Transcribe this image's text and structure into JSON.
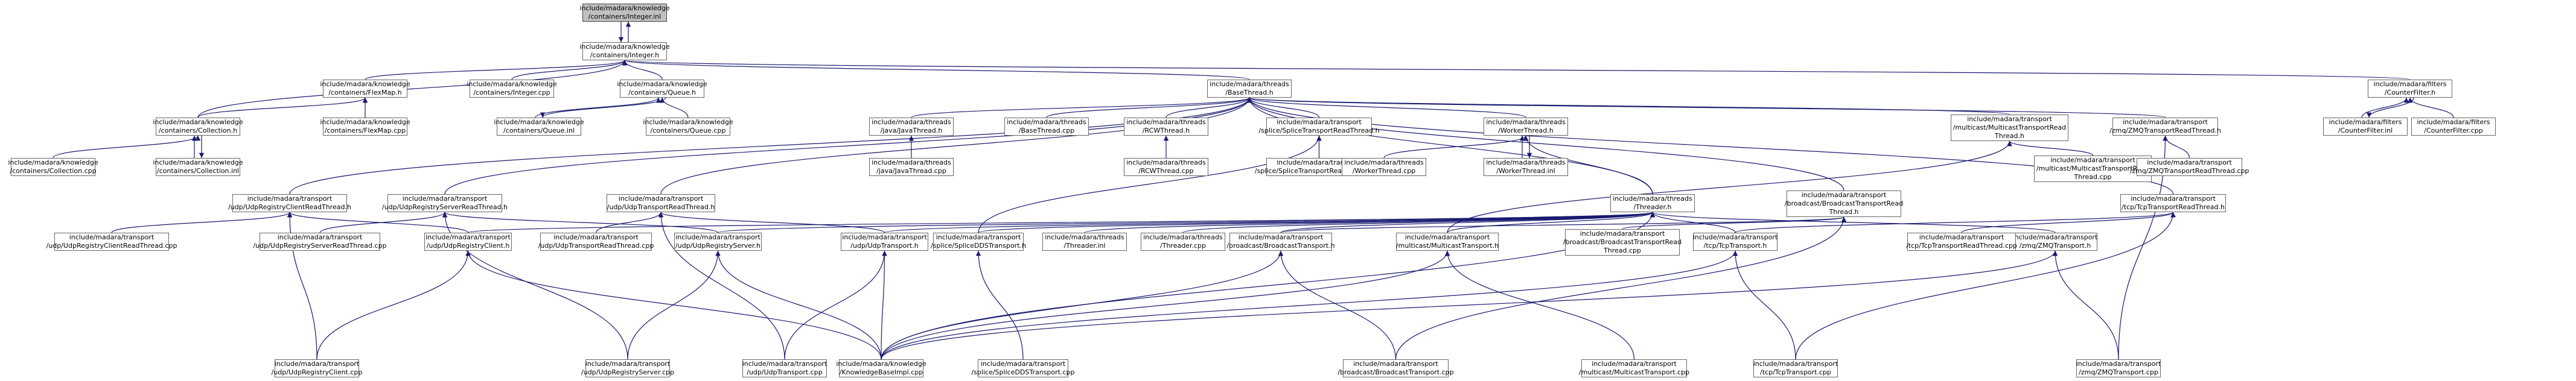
{
  "graph": {
    "root": "include/madara/knowledge/containers/Integer.inl",
    "nodes": [
      {
        "id": "n_integer_inl",
        "label": "include/madara/knowledge\n/containers/Integer.inl"
      },
      {
        "id": "n_integer_h",
        "label": "include/madara/knowledge\n/containers/Integer.h"
      },
      {
        "id": "n_flexmap_h",
        "label": "include/madara/knowledge\n/containers/FlexMap.h"
      },
      {
        "id": "n_integer_cpp",
        "label": "include/madara/knowledge\n/containers/Integer.cpp"
      },
      {
        "id": "n_queue_h",
        "label": "include/madara/knowledge\n/containers/Queue.h"
      },
      {
        "id": "n_basethread_h",
        "label": "include/madara/threads\n/BaseThread.h"
      },
      {
        "id": "n_counterfilter_h",
        "label": "include/madara/filters\n/CounterFilter.h"
      },
      {
        "id": "n_collection_h",
        "label": "include/madara/knowledge\n/containers/Collection.h"
      },
      {
        "id": "n_flexmap_cpp",
        "label": "include/madara/knowledge\n/containers/FlexMap.cpp"
      },
      {
        "id": "n_queue_inl",
        "label": "include/madara/knowledge\n/containers/Queue.inl"
      },
      {
        "id": "n_queue_cpp",
        "label": "include/madara/knowledge\n/containers/Queue.cpp"
      },
      {
        "id": "n_javathread_h",
        "label": "include/madara/threads\n/java/JavaThread.h"
      },
      {
        "id": "n_basethread_cpp",
        "label": "include/madara/threads\n/BaseThread.cpp"
      },
      {
        "id": "n_rcwthread_h",
        "label": "include/madara/threads\n/RCWThread.h"
      },
      {
        "id": "n_splicetrt_h",
        "label": "include/madara/transport\n/splice/SpliceTransportReadThread.h"
      },
      {
        "id": "n_workerthread_h",
        "label": "include/madara/threads\n/WorkerThread.h"
      },
      {
        "id": "n_mcastrt_h",
        "label": "include/madara/transport\n/multicast/MulticastTransportRead\nThread.h"
      },
      {
        "id": "n_zmqrt_h",
        "label": "include/madara/transport\n/zmq/ZMQTransportReadThread.h"
      },
      {
        "id": "n_counterfilter_inl",
        "label": "include/madara/filters\n/CounterFilter.inl"
      },
      {
        "id": "n_counterfilter_cpp",
        "label": "include/madara/filters\n/CounterFilter.cpp"
      },
      {
        "id": "n_collection_cpp",
        "label": "include/madara/knowledge\n/containers/Collection.cpp"
      },
      {
        "id": "n_collection_inl",
        "label": "include/madara/knowledge\n/containers/Collection.inl"
      },
      {
        "id": "n_javathread_cpp",
        "label": "include/madara/threads\n/java/JavaThread.cpp"
      },
      {
        "id": "n_rcwthread_cpp",
        "label": "include/madara/threads\n/RCWThread.cpp"
      },
      {
        "id": "n_splicetrt_cpp",
        "label": "include/madara/transport\n/splice/SpliceTransportReadThread.cpp"
      },
      {
        "id": "n_workerthread_cpp",
        "label": "include/madara/threads\n/WorkerThread.cpp"
      },
      {
        "id": "n_workerthread_inl",
        "label": "include/madara/threads\n/WorkerThread.inl"
      },
      {
        "id": "n_threader_h",
        "label": "include/madara/threads\n/Threader.h"
      },
      {
        "id": "n_bcastrt_h",
        "label": "include/madara/transport\n/broadcast/BroadcastTransportRead\nThread.h"
      },
      {
        "id": "n_tcprt_h",
        "label": "include/madara/transport\n/tcp/TcpTransportReadThread.h"
      },
      {
        "id": "n_mcastrt_cpp",
        "label": "include/madara/transport\n/multicast/MulticastTransportRead\nThread.cpp"
      },
      {
        "id": "n_zmqrt_cpp",
        "label": "include/madara/transport\n/zmq/ZMQTransportReadThread.cpp"
      },
      {
        "id": "n_udpregclientrt_h",
        "label": "include/madara/transport\n/udp/UdpRegistryClientReadThread.h"
      },
      {
        "id": "n_udpregserverrt_h",
        "label": "include/madara/transport\n/udp/UdpRegistryServerReadThread.h"
      },
      {
        "id": "n_udprt_h",
        "label": "include/madara/transport\n/udp/UdpTransportReadThread.h"
      },
      {
        "id": "n_udpregclientrt_cpp",
        "label": "include/madara/transport\n/udp/UdpRegistryClientReadThread.cpp"
      },
      {
        "id": "n_udpregserverrt_cpp",
        "label": "include/madara/transport\n/udp/UdpRegistryServerReadThread.cpp"
      },
      {
        "id": "n_udpregclient_h",
        "label": "include/madara/transport\n/udp/UdpRegistryClient.h"
      },
      {
        "id": "n_udprt_cpp",
        "label": "include/madara/transport\n/udp/UdpTransportReadThread.cpp"
      },
      {
        "id": "n_udpregserver_h",
        "label": "include/madara/transport\n/udp/UdpRegistryServer.h"
      },
      {
        "id": "n_udptransport_h",
        "label": "include/madara/transport\n/udp/UdpTransport.h"
      },
      {
        "id": "n_splicedds_h",
        "label": "include/madara/transport\n/splice/SpliceDDSTransport.h"
      },
      {
        "id": "n_threader_inl",
        "label": "include/madara/threads\n/Threader.inl"
      },
      {
        "id": "n_threader_cpp",
        "label": "include/madara/threads\n/Threader.cpp"
      },
      {
        "id": "n_bcasttransport_h",
        "label": "include/madara/transport\n/broadcast/BroadcastTransport.h"
      },
      {
        "id": "n_mcasttransport_h",
        "label": "include/madara/transport\n/multicast/MulticastTransport.h"
      },
      {
        "id": "n_bcastrt_cpp",
        "label": "include/madara/transport\n/broadcast/BroadcastTransportRead\nThread.cpp"
      },
      {
        "id": "n_tcptransport_h",
        "label": "include/madara/transport\n/tcp/TcpTransport.h"
      },
      {
        "id": "n_zmqtransport_h",
        "label": "include/madara/transport\n/zmq/ZMQTransport.h"
      },
      {
        "id": "n_tcprt_cpp",
        "label": "include/madara/transport\n/tcp/TcpTransportReadThread.cpp"
      },
      {
        "id": "n_udpregclient_cpp",
        "label": "include/madara/transport\n/udp/UdpRegistryClient.cpp"
      },
      {
        "id": "n_udpregserver_cpp",
        "label": "include/madara/transport\n/udp/UdpRegistryServer.cpp"
      },
      {
        "id": "n_udptransport_cpp",
        "label": "include/madara/transport\n/udp/UdpTransport.cpp"
      },
      {
        "id": "n_kbimpl_cpp",
        "label": "include/madara/knowledge\n/KnowledgeBaseImpl.cpp"
      },
      {
        "id": "n_splicedds_cpp",
        "label": "include/madara/transport\n/splice/SpliceDDSTransport.cpp"
      },
      {
        "id": "n_bcasttransport_cpp",
        "label": "include/madara/transport\n/broadcast/BroadcastTransport.cpp"
      },
      {
        "id": "n_mcasttransport_cpp",
        "label": "include/madara/transport\n/multicast/MulticastTransport.cpp"
      },
      {
        "id": "n_tcptransport_cpp",
        "label": "include/madara/transport\n/tcp/TcpTransport.cpp"
      },
      {
        "id": "n_zmqtransport_cpp",
        "label": "include/madara/transport\n/zmq/ZMQTransport.cpp"
      }
    ],
    "edges": [
      [
        "n_integer_h",
        "n_integer_inl"
      ],
      [
        "n_integer_inl",
        "n_integer_h"
      ],
      [
        "n_integer_h",
        "n_flexmap_h"
      ],
      [
        "n_integer_h",
        "n_integer_cpp"
      ],
      [
        "n_integer_h",
        "n_queue_h"
      ],
      [
        "n_integer_h",
        "n_basethread_h"
      ],
      [
        "n_integer_h",
        "n_counterfilter_h"
      ],
      [
        "n_integer_h",
        "n_collection_h"
      ],
      [
        "n_flexmap_h",
        "n_collection_h"
      ],
      [
        "n_flexmap_h",
        "n_flexmap_cpp"
      ],
      [
        "n_queue_h",
        "n_queue_inl"
      ],
      [
        "n_queue_inl",
        "n_queue_h"
      ],
      [
        "n_queue_h",
        "n_queue_cpp"
      ],
      [
        "n_collection_h",
        "n_collection_cpp"
      ],
      [
        "n_collection_h",
        "n_collection_inl"
      ],
      [
        "n_collection_inl",
        "n_collection_h"
      ],
      [
        "n_counterfilter_h",
        "n_counterfilter_inl"
      ],
      [
        "n_counterfilter_inl",
        "n_counterfilter_h"
      ],
      [
        "n_counterfilter_h",
        "n_counterfilter_cpp"
      ],
      [
        "n_basethread_h",
        "n_javathread_h"
      ],
      [
        "n_basethread_h",
        "n_basethread_cpp"
      ],
      [
        "n_basethread_h",
        "n_rcwthread_h"
      ],
      [
        "n_basethread_h",
        "n_splicetrt_h"
      ],
      [
        "n_basethread_h",
        "n_workerthread_h"
      ],
      [
        "n_basethread_h",
        "n_mcastrt_h"
      ],
      [
        "n_basethread_h",
        "n_zmqrt_h"
      ],
      [
        "n_basethread_h",
        "n_threader_h"
      ],
      [
        "n_basethread_h",
        "n_bcastrt_h"
      ],
      [
        "n_basethread_h",
        "n_tcprt_h"
      ],
      [
        "n_basethread_h",
        "n_udpregclientrt_h"
      ],
      [
        "n_basethread_h",
        "n_udpregserverrt_h"
      ],
      [
        "n_basethread_h",
        "n_udprt_h"
      ],
      [
        "n_javathread_h",
        "n_javathread_cpp"
      ],
      [
        "n_rcwthread_h",
        "n_rcwthread_cpp"
      ],
      [
        "n_splicetrt_h",
        "n_splicetrt_cpp"
      ],
      [
        "n_splicetrt_h",
        "n_splicedds_h"
      ],
      [
        "n_workerthread_h",
        "n_workerthread_cpp"
      ],
      [
        "n_workerthread_h",
        "n_workerthread_inl"
      ],
      [
        "n_workerthread_inl",
        "n_workerthread_h"
      ],
      [
        "n_workerthread_h",
        "n_threader_h"
      ],
      [
        "n_mcastrt_h",
        "n_mcastrt_cpp"
      ],
      [
        "n_mcastrt_h",
        "n_mcasttransport_h"
      ],
      [
        "n_zmqrt_h",
        "n_zmqrt_cpp"
      ],
      [
        "n_zmqrt_h",
        "n_zmqtransport_cpp"
      ],
      [
        "n_threader_h",
        "n_udpregclient_h"
      ],
      [
        "n_threader_h",
        "n_udpregserver_h"
      ],
      [
        "n_threader_h",
        "n_udptransport_h"
      ],
      [
        "n_threader_h",
        "n_splicedds_h"
      ],
      [
        "n_threader_h",
        "n_threader_inl"
      ],
      [
        "n_threader_h",
        "n_threader_cpp"
      ],
      [
        "n_threader_h",
        "n_bcasttransport_h"
      ],
      [
        "n_threader_h",
        "n_mcasttransport_h"
      ],
      [
        "n_threader_h",
        "n_tcptransport_h"
      ],
      [
        "n_threader_h",
        "n_zmqtransport_h"
      ],
      [
        "n_threader_h",
        "n_kbimpl_cpp"
      ],
      [
        "n_bcastrt_h",
        "n_bcastrt_cpp"
      ],
      [
        "n_bcastrt_h",
        "n_bcasttransport_h"
      ],
      [
        "n_bcastrt_h",
        "n_bcasttransport_cpp"
      ],
      [
        "n_tcprt_h",
        "n_tcprt_cpp"
      ],
      [
        "n_tcprt_h",
        "n_tcptransport_h"
      ],
      [
        "n_tcprt_h",
        "n_tcptransport_cpp"
      ],
      [
        "n_udpregclientrt_h",
        "n_udpregclientrt_cpp"
      ],
      [
        "n_udpregclientrt_h",
        "n_udpregclient_h"
      ],
      [
        "n_udpregclientrt_h",
        "n_udpregclient_cpp"
      ],
      [
        "n_udpregserverrt_h",
        "n_udpregserverrt_cpp"
      ],
      [
        "n_udpregserverrt_h",
        "n_udpregserver_h"
      ],
      [
        "n_udpregserverrt_h",
        "n_udpregserver_cpp"
      ],
      [
        "n_udprt_h",
        "n_udprt_cpp"
      ],
      [
        "n_udprt_h",
        "n_udptransport_h"
      ],
      [
        "n_udprt_h",
        "n_udptransport_cpp"
      ],
      [
        "n_udpregclient_h",
        "n_udpregclient_cpp"
      ],
      [
        "n_udpregclient_h",
        "n_kbimpl_cpp"
      ],
      [
        "n_udpregserver_h",
        "n_udpregserver_cpp"
      ],
      [
        "n_udpregserver_h",
        "n_kbimpl_cpp"
      ],
      [
        "n_udptransport_h",
        "n_udptransport_cpp"
      ],
      [
        "n_udptransport_h",
        "n_kbimpl_cpp"
      ],
      [
        "n_splicedds_h",
        "n_splicedds_cpp"
      ],
      [
        "n_bcasttransport_h",
        "n_bcasttransport_cpp"
      ],
      [
        "n_bcasttransport_h",
        "n_kbimpl_cpp"
      ],
      [
        "n_mcasttransport_h",
        "n_mcasttransport_cpp"
      ],
      [
        "n_mcasttransport_h",
        "n_kbimpl_cpp"
      ],
      [
        "n_tcptransport_h",
        "n_tcptransport_cpp"
      ],
      [
        "n_tcptransport_h",
        "n_kbimpl_cpp"
      ],
      [
        "n_zmqtransport_h",
        "n_zmqtransport_cpp"
      ],
      [
        "n_zmqtransport_h",
        "n_kbimpl_cpp"
      ]
    ]
  },
  "colors": {
    "root_fill": "#c0c0c0",
    "node_fill": "#ffffff",
    "node_border": "#666666",
    "edge": "#191970"
  }
}
